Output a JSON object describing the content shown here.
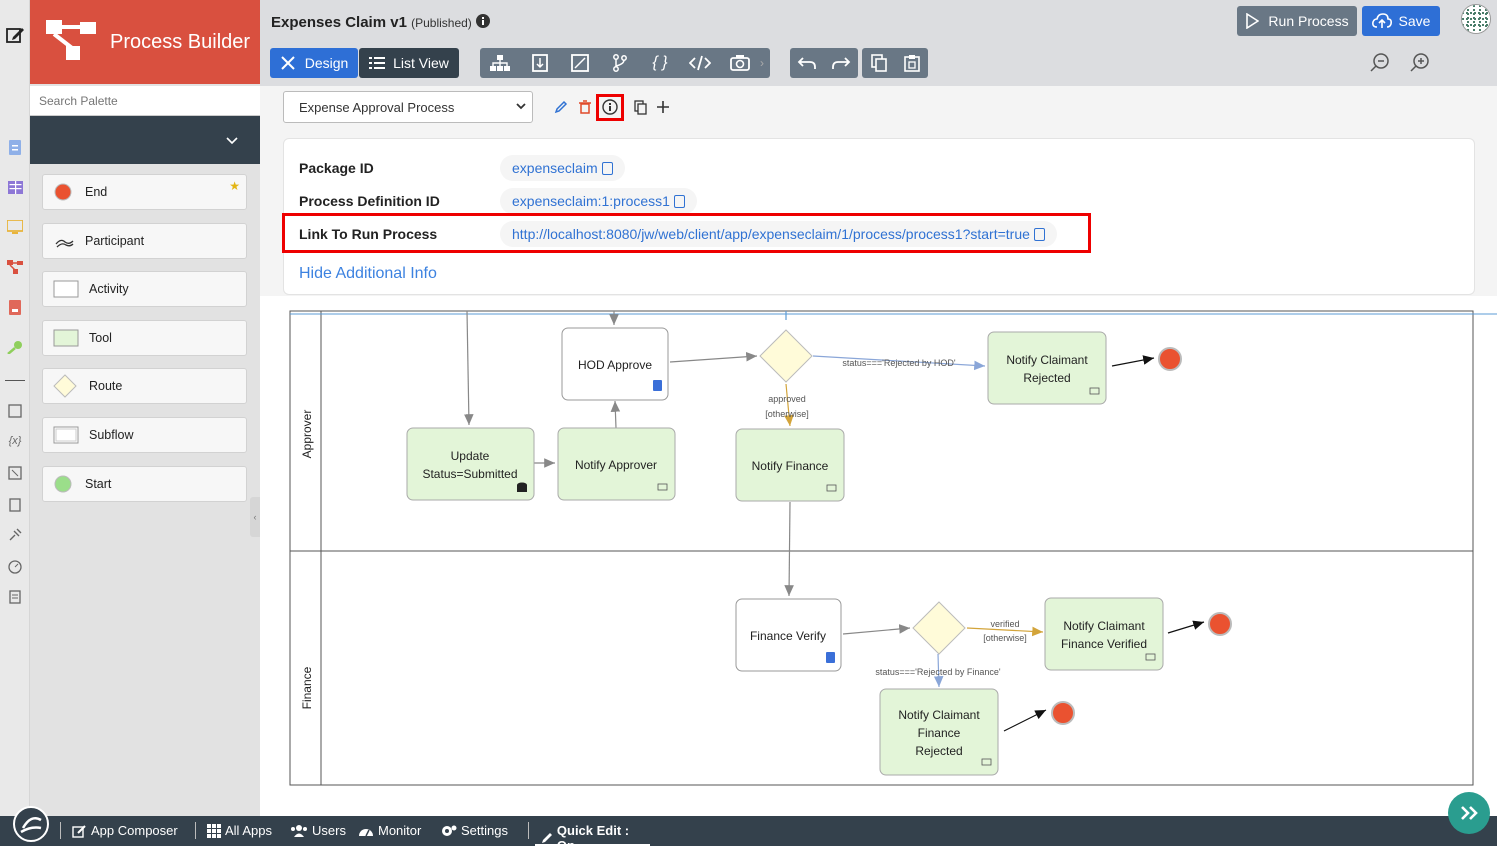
{
  "app": {
    "title": "Process Builder"
  },
  "process": {
    "name": "Expenses Claim v1",
    "status": "(Published)"
  },
  "toolbar": {
    "design_label": "Design",
    "list_view_label": "List View",
    "run_process_label": "Run Process",
    "save_label": "Save"
  },
  "palette": {
    "search_placeholder": "Search Palette",
    "items": [
      {
        "label": "End"
      },
      {
        "label": "Participant"
      },
      {
        "label": "Activity"
      },
      {
        "label": "Tool"
      },
      {
        "label": "Route"
      },
      {
        "label": "Subflow"
      },
      {
        "label": "Start"
      }
    ]
  },
  "process_selector": {
    "selected": "Expense Approval Process"
  },
  "info": {
    "package_id_label": "Package ID",
    "package_id_value": "expenseclaim",
    "process_def_label": "Process Definition ID",
    "process_def_value": "expenseclaim:1:process1",
    "link_label": "Link To Run Process",
    "link_value": "http://localhost:8080/jw/web/client/app/expenseclaim/1/process/process1?start=true",
    "hide_label": "Hide Additional Info"
  },
  "diagram": {
    "lanes": {
      "approver": "Approver",
      "finance": "Finance"
    },
    "nodes": {
      "hod_approve": "HOD Approve",
      "update_status_1": "Update",
      "update_status_2": "Status=Submitted",
      "notify_approver": "Notify Approver",
      "notify_finance": "Notify Finance",
      "notify_claimant_rejected_1": "Notify Claimant",
      "notify_claimant_rejected_2": "Rejected",
      "finance_verify": "Finance Verify",
      "notify_finance_verified_1": "Notify Claimant",
      "notify_finance_verified_2": "Finance Verified",
      "notify_finance_rejected_1": "Notify Claimant",
      "notify_finance_rejected_2": "Finance",
      "notify_finance_rejected_3": "Rejected"
    },
    "transitions": {
      "rejected_by_hod": "status==='Rejected by HOD'",
      "approved": "approved",
      "otherwise_1": "[otherwise]",
      "verified": "verified",
      "otherwise_2": "[otherwise]",
      "rejected_by_finance": "status==='Rejected by Finance'"
    }
  },
  "bottombar": {
    "app_composer": "App Composer",
    "all_apps": "All Apps",
    "users": "Users",
    "monitor": "Monitor",
    "settings": "Settings",
    "quick_edit": "Quick Edit : On"
  },
  "colors": {
    "brand": "#d9503f",
    "primary_button": "#2e6fd6",
    "dark": "#34414c",
    "tool_fill": "#e3f5d8",
    "route_fill": "#fffbd9",
    "end_fill": "#ea5230",
    "highlight": "#e00000"
  }
}
